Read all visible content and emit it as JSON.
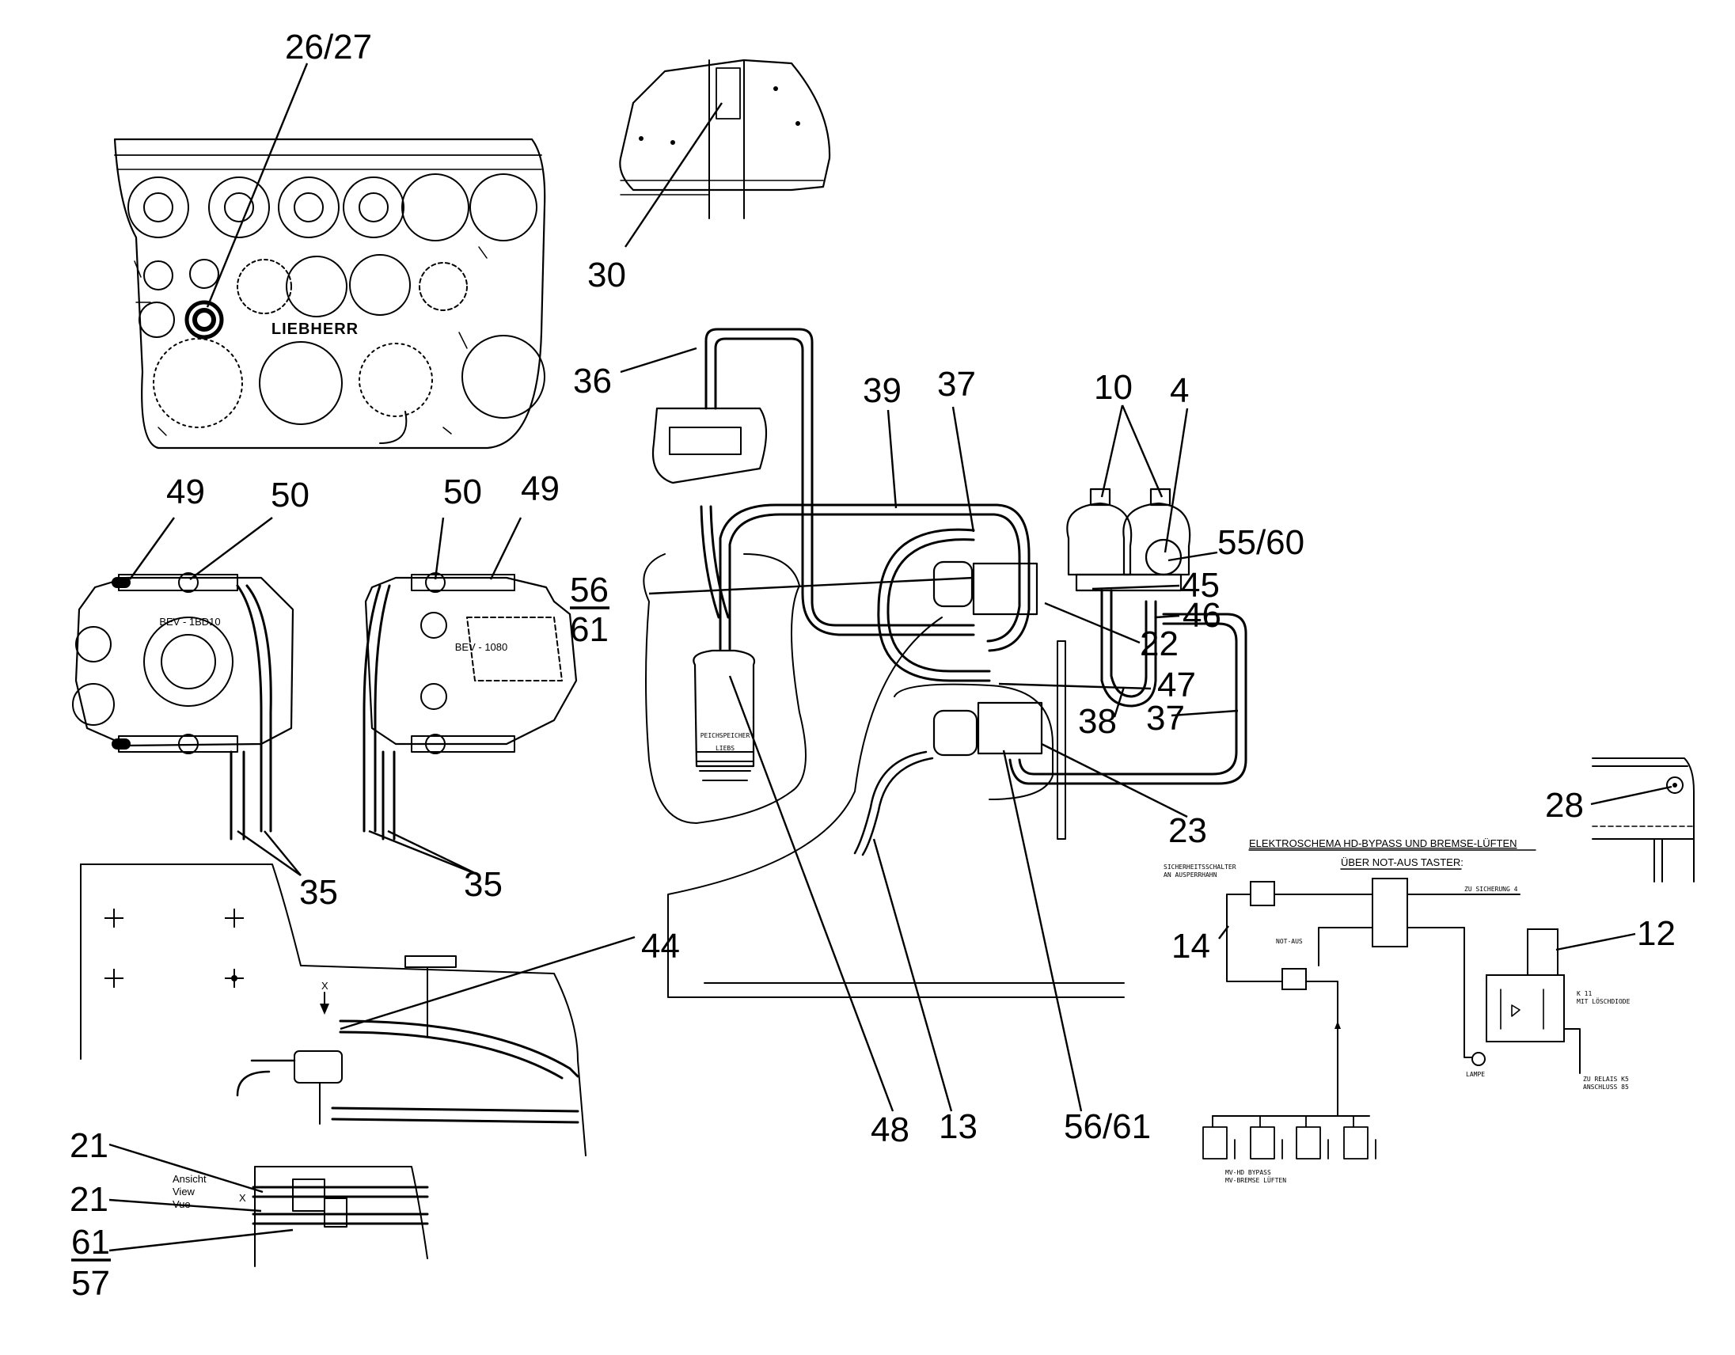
{
  "callouts": {
    "c26_27": "26/27",
    "c30": "30",
    "c36": "36",
    "c39": "39",
    "c37a": "37",
    "c10": "10",
    "c4": "4",
    "c55_60": "55/60",
    "c49a": "49",
    "c50a": "50",
    "c50b": "50",
    "c49b": "49",
    "c56_top": "56",
    "c61_bottom": "61",
    "c45": "45",
    "c46": "46",
    "c22": "22",
    "c47": "47",
    "c38": "38",
    "c37b": "37",
    "c35a": "35",
    "c35b": "35",
    "c23": "23",
    "c28": "28",
    "c44": "44",
    "c14": "14",
    "c12": "12",
    "c48": "48",
    "c13": "13",
    "c56_61": "56/61",
    "c21a": "21",
    "c21b": "21",
    "c61_top": "61",
    "c57_bottom": "57"
  },
  "panel": {
    "brand": "LIEBHERR"
  },
  "pump_labels": {
    "left": "BEV - 1BD10",
    "right": "BEV - 1080"
  },
  "accumulator": {
    "label1": "PEICHSPEICHER",
    "label2": "LIEBS"
  },
  "view_note": {
    "line1": "Ansicht",
    "line2": "View",
    "line3": "Vue",
    "marker": "X"
  },
  "view_arrow": "X",
  "schematic": {
    "title": "ELEKTROSCHEMA  HD-BYPASS  UND  BREMSE-LÜFTEN",
    "subtitle": "ÜBER  NOT-AUS  TASTER:",
    "safety_switch_1": "SICHERHEITSSCHALTER",
    "safety_switch_2": "AN AUSPERRHAHN",
    "fuse_label": "ZU SICHERUNG 4",
    "notaus": "NOT-AUS",
    "relay_1": "K 11",
    "relay_2": "MIT LÖSCHDIODE",
    "lamp": "LAMPE",
    "relay_conn_1": "ZU RELAIS K5",
    "relay_conn_2": "ANSCHLUSS 85",
    "valves_1": "MV-HD BYPASS",
    "valves_2": "MV-BREMSE LÜFTEN"
  }
}
